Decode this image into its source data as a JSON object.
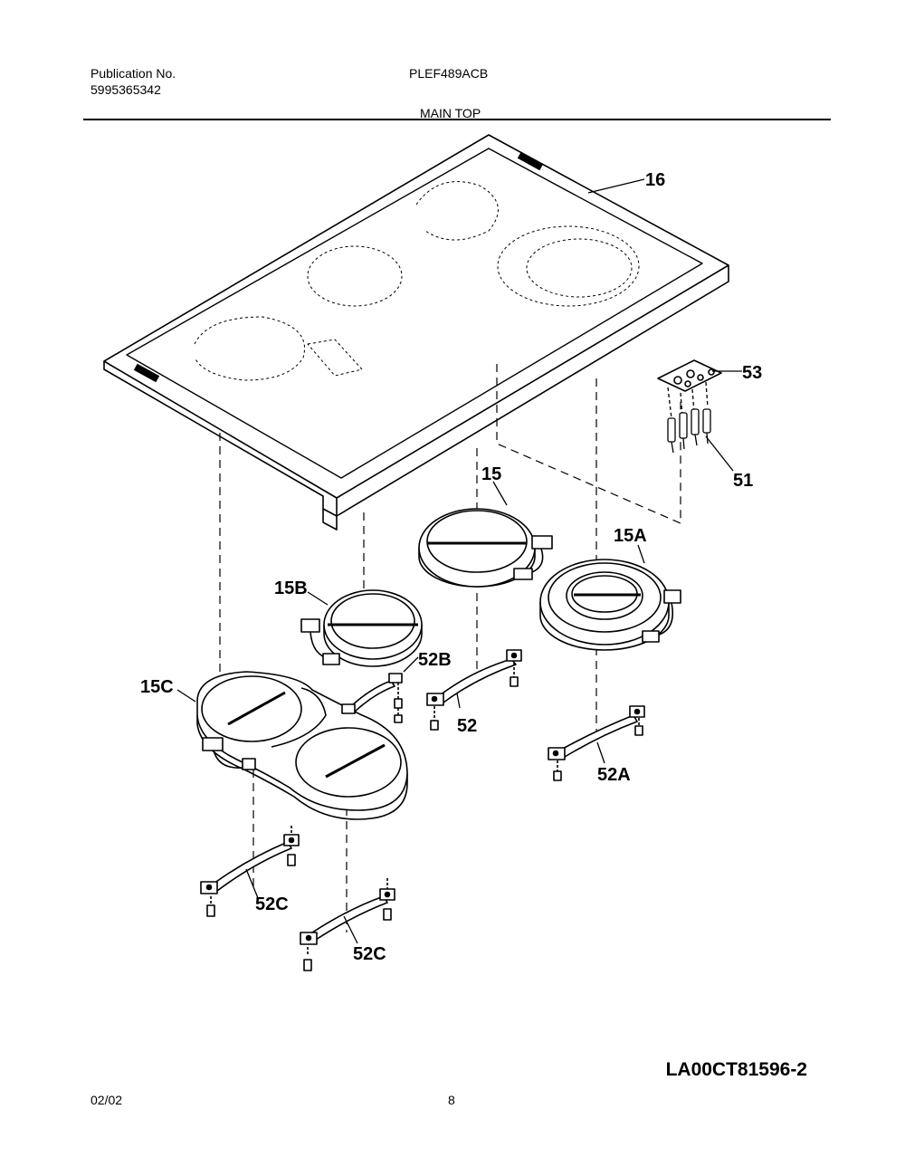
{
  "header": {
    "publication_label": "Publication No.",
    "publication_number": "5995365342",
    "model": "PLEF489ACB",
    "section_title": "MAIN TOP"
  },
  "callouts": {
    "p16": "16",
    "p53": "53",
    "p51": "51",
    "p15": "15",
    "p15A": "15A",
    "p15B": "15B",
    "p52B": "52B",
    "p15C": "15C",
    "p52": "52",
    "p52A": "52A",
    "p52C_1": "52C",
    "p52C_2": "52C"
  },
  "footer": {
    "drawing_code": "LA00CT81596-2",
    "date": "02/02",
    "page_number": "8"
  }
}
